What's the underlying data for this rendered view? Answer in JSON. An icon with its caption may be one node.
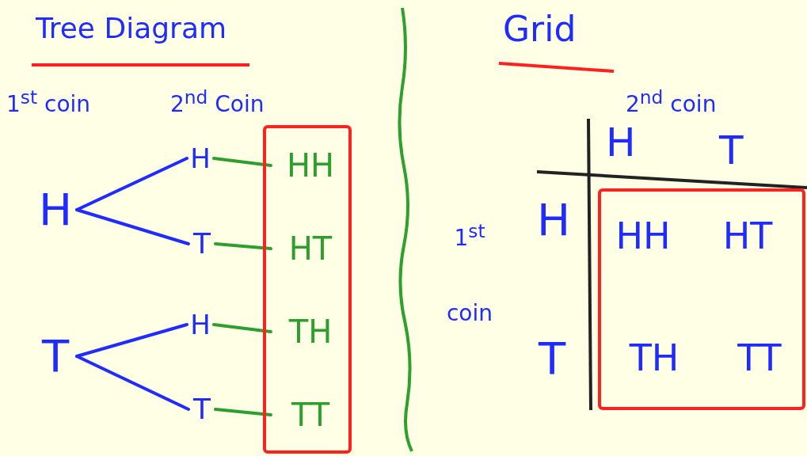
{
  "diagram": {
    "nodes": [
      {
        "text": [
          "H"
        ]
      },
      {
        "text": [
          "H"
        ]
      },
      {
        "text": [
          "T"
        ]
      },
      {
        "text": [
          "T"
        ]
      },
      {
        "text": [
          "H"
        ]
      },
      {
        "text": [
          "T"
        ]
      },
      {
        "text": [],
        "shape": "box"
      },
      {
        "text": [
          "HH"
        ],
        "in": 6
      },
      {
        "text": [
          "HT"
        ],
        "in": 6
      },
      {
        "text": [
          "TH"
        ],
        "in": 6
      },
      {
        "text": [
          "TT"
        ],
        "in": 6
      },
      {
        "text": [],
        "shape": "box"
      },
      {
        "text": [
          "HH"
        ],
        "in": 11
      },
      {
        "text": [
          "HT"
        ],
        "in": 11
      },
      {
        "text": [
          "TH"
        ],
        "in": 11
      },
      {
        "text": [
          "TT"
        ],
        "in": 11
      }
    ],
    "edges": [
      {
        "from": 0,
        "to": 1,
        "arrow": "none",
        "color": "#1f2bff"
      },
      {
        "from": 0,
        "to": 2,
        "arrow": "none",
        "color": "#1f2bff"
      },
      {
        "from": 3,
        "to": 4,
        "arrow": "none",
        "color": "#1f2bff"
      },
      {
        "from": 3,
        "to": 5,
        "arrow": "none",
        "color": "#1f2bff"
      },
      {
        "from": 1,
        "to": 7,
        "arrow": "none",
        "color": "#2e9e2e"
      },
      {
        "from": 2,
        "to": 8,
        "arrow": "none",
        "color": "#2e9e2e"
      },
      {
        "from": 4,
        "to": 9,
        "arrow": "none",
        "color": "#2e9e2e"
      },
      {
        "from": 5,
        "to": 10,
        "arrow": "none",
        "color": "#2e9e2e"
      }
    ],
    "labels": [
      "Tree Diagram",
      "1$^{st}$ coin",
      "2$^{nd}$ Coin",
      "Grid",
      "2$^{nd}$ coin",
      "H",
      "T",
      "1$^{st}$ coin",
      "H",
      "T"
    ]
  }
}
